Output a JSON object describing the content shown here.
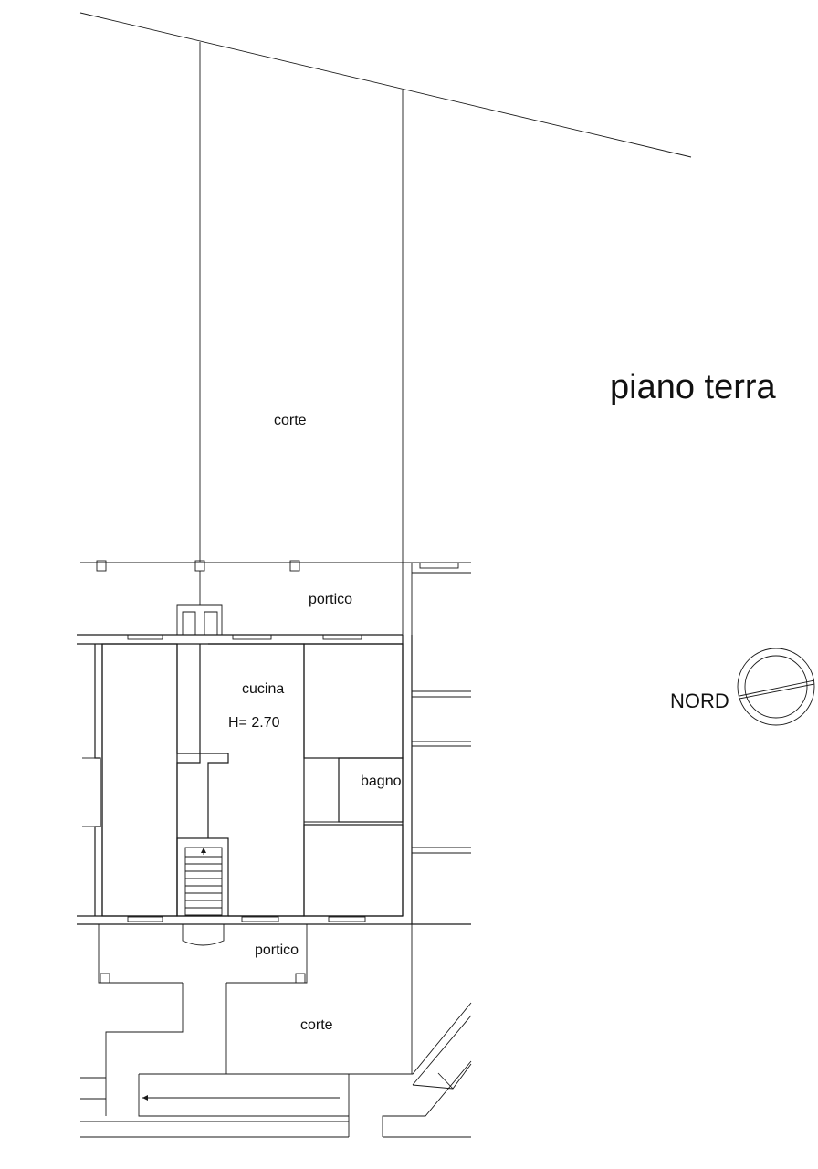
{
  "title": "piano terra",
  "compass": {
    "label": "NORD",
    "icon": "north-arrow-icon"
  },
  "rooms": {
    "corte_top": "corte",
    "portico_top": "portico",
    "cucina": "cucina",
    "height": "H= 2.70",
    "bagno": "bagno",
    "portico_bottom": "portico",
    "corte_bottom": "corte"
  },
  "colors": {
    "line": "#1a1a1a",
    "background": "#ffffff"
  }
}
